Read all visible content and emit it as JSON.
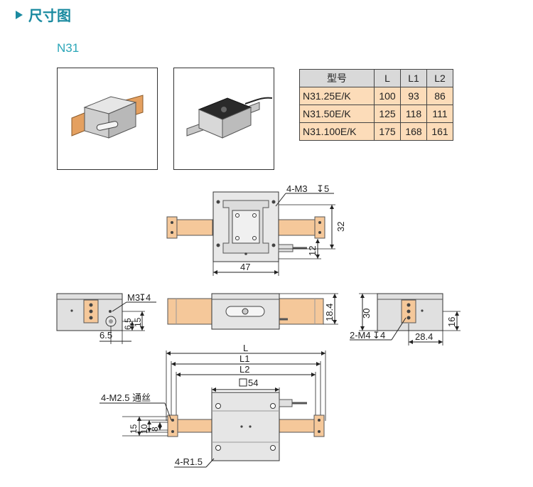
{
  "section": {
    "title": "尺寸图"
  },
  "model_label": "N31",
  "spec_table": {
    "headers": [
      "型号",
      "L",
      "L1",
      "L2"
    ],
    "rows": [
      [
        "N31.25E/K",
        "100",
        "93",
        "86"
      ],
      [
        "N31.50E/K",
        "125",
        "118",
        "111"
      ],
      [
        "N31.100E/K",
        "175",
        "168",
        "161"
      ]
    ]
  },
  "dimensions": {
    "top_view": {
      "hole": "4-M3",
      "hole_depth": "5",
      "height": "32",
      "offset": "12",
      "width": "47"
    },
    "left_view": {
      "thread": "M3",
      "thread_depth": "4",
      "d1": "6.5",
      "d2": "15",
      "d3": "6.5"
    },
    "front_view": {
      "height": "18.4"
    },
    "right_view": {
      "height": "30",
      "d1": "16",
      "width": "28.4",
      "thread": "2-M4",
      "thread_depth": "4"
    },
    "bottom_view": {
      "L": "L",
      "L1": "L1",
      "L2": "L2",
      "square": "54",
      "hole": "4-M2.5 通丝",
      "v1": "15",
      "v2": "10",
      "v3": "8",
      "radius": "4-R1.5"
    }
  },
  "colors": {
    "accent": "#1a8aa0",
    "table_header": "#d9d9d9",
    "table_cell": "#fcdcb9",
    "rail": "#f5c89a"
  }
}
